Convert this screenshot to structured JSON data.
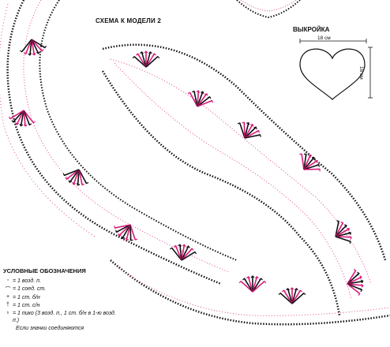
{
  "scheme_title": "СХЕМА К МОДЕЛИ 2",
  "pattern": {
    "title": "ВЫКРОЙКА",
    "width_label": "18 см",
    "height_label": "16 см"
  },
  "legend": {
    "heading": "УСЛОВНЫЕ ОБОЗНАЧЕНИЯ",
    "items": [
      {
        "symbol": "◦",
        "text": "= 1 возд. п."
      },
      {
        "symbol": "⌒",
        "text": "= 1 соед. ст."
      },
      {
        "symbol": "+",
        "text": "= 1 ст. б/н"
      },
      {
        "symbol": "†",
        "text": "= 1 ст. с/н"
      },
      {
        "symbol": "♁",
        "text": "= 1 пико (3 возд. п., 1 ст. б/н в 1-ю возд. п.)"
      }
    ],
    "footnote": "Если значки соединяются"
  },
  "colors": {
    "accent": "#d81b7a",
    "dots": "#e04a8a",
    "ink": "#111111"
  }
}
